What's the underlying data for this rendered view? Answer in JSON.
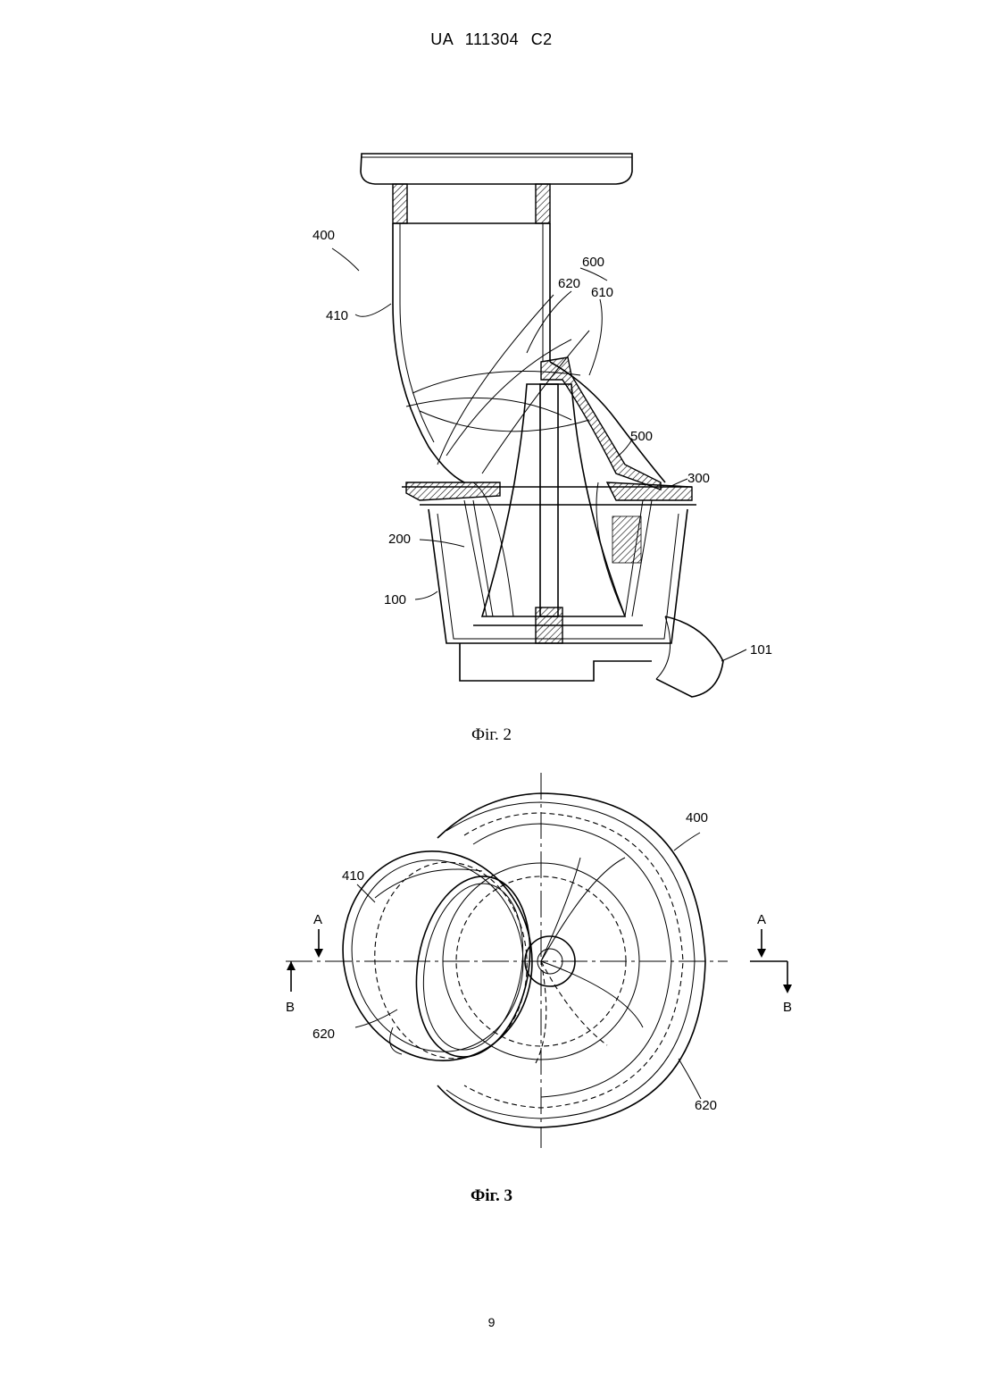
{
  "header": {
    "patent_number": "UA 111304 C2"
  },
  "figure2": {
    "caption": "Фiг. 2",
    "labels": {
      "l400": "400",
      "l410": "410",
      "l600": "600",
      "l620": "620",
      "l610": "610",
      "l500": "500",
      "l300": "300",
      "l200": "200",
      "l100": "100",
      "l101": "101"
    }
  },
  "figure3": {
    "caption": "Фiг. 3",
    "labels": {
      "l400": "400",
      "l410": "410",
      "l620a": "620",
      "l620b": "620",
      "a_left": "A",
      "a_right": "A",
      "b_left": "B",
      "b_right": "B"
    }
  },
  "page_number": "9"
}
